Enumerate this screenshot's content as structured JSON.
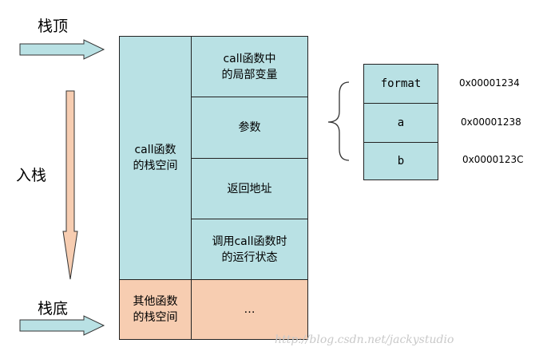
{
  "labels": {
    "stack_top": "栈顶",
    "push": "入栈",
    "stack_bottom": "栈底"
  },
  "stack": {
    "call_space": "call函数\n的栈空间",
    "locals": "call函数中\n的局部变量",
    "params": "参数",
    "return_addr": "返回地址",
    "caller_state": "调用call函数时\n的运行状态",
    "other_space": "其他函数\n的栈空间",
    "ellipsis": "…"
  },
  "params_detail": {
    "rows": [
      {
        "name": "format",
        "addr": "0x00001234"
      },
      {
        "name": "a",
        "addr": "0x00001238"
      },
      {
        "name": "b",
        "addr": "0x0000123C"
      }
    ]
  },
  "watermark": "http://blog.csdn.net/jackystudio",
  "colors": {
    "stack_fill": "#b9e1e4",
    "other_fill": "#f7cdb1",
    "arrow_right": "#b9e1e4",
    "arrow_down": "#f7cdb1"
  }
}
